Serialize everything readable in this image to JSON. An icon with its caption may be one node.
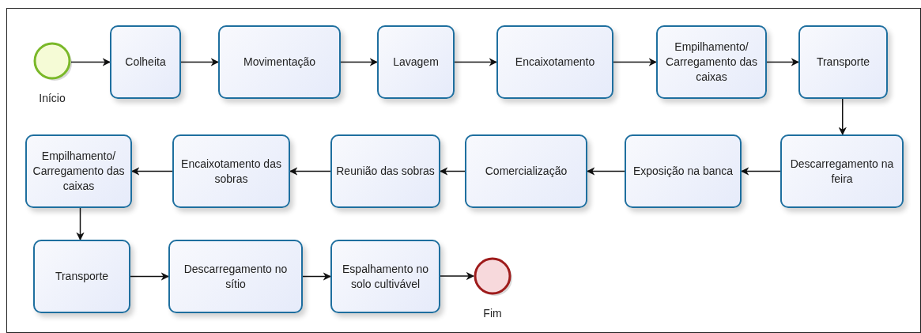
{
  "diagram": {
    "nodes": [
      {
        "text": [],
        "shape": "circle",
        "beside": [
          "Início"
        ]
      },
      {
        "text": [
          "Colheita"
        ]
      },
      {
        "text": [
          "Movimentação"
        ]
      },
      {
        "text": [
          "Lavagem"
        ]
      },
      {
        "text": [
          "Encaixotamento"
        ]
      },
      {
        "text": [
          "Empilhamento/ Carregamento das caixas"
        ]
      },
      {
        "text": [
          "Transporte"
        ]
      },
      {
        "text": [
          "Descarregamento na feira"
        ]
      },
      {
        "text": [
          "Exposição na banca"
        ]
      },
      {
        "text": [
          "Comercialização"
        ]
      },
      {
        "text": [
          "Reunião das sobras"
        ]
      },
      {
        "text": [
          "Encaixotamento das sobras"
        ]
      },
      {
        "text": [
          "Empilhamento/ Carregamento das caixas"
        ]
      },
      {
        "text": [
          "Transporte"
        ]
      },
      {
        "text": [
          "Descarregamento no sítio"
        ]
      },
      {
        "text": [
          "Espalhamento no solo cultivável"
        ]
      },
      {
        "text": [],
        "shape": "circle",
        "beside": [
          "Fim"
        ]
      }
    ],
    "edges": [
      {
        "from": 0,
        "to": 1,
        "arrow": "to"
      },
      {
        "from": 1,
        "to": 2,
        "arrow": "to"
      },
      {
        "from": 2,
        "to": 3,
        "arrow": "to"
      },
      {
        "from": 3,
        "to": 4,
        "arrow": "to"
      },
      {
        "from": 4,
        "to": 5,
        "arrow": "to"
      },
      {
        "from": 5,
        "to": 6,
        "arrow": "to"
      },
      {
        "from": 6,
        "to": 7,
        "arrow": "to"
      },
      {
        "from": 7,
        "to": 8,
        "arrow": "to"
      },
      {
        "from": 8,
        "to": 9,
        "arrow": "to"
      },
      {
        "from": 9,
        "to": 10,
        "arrow": "to"
      },
      {
        "from": 10,
        "to": 11,
        "arrow": "to"
      },
      {
        "from": 11,
        "to": 12,
        "arrow": "to"
      },
      {
        "from": 12,
        "to": 13,
        "arrow": "to"
      },
      {
        "from": 13,
        "to": 14,
        "arrow": "to"
      },
      {
        "from": 14,
        "to": 15,
        "arrow": "to"
      },
      {
        "from": 15,
        "to": 16,
        "arrow": "to"
      }
    ]
  }
}
